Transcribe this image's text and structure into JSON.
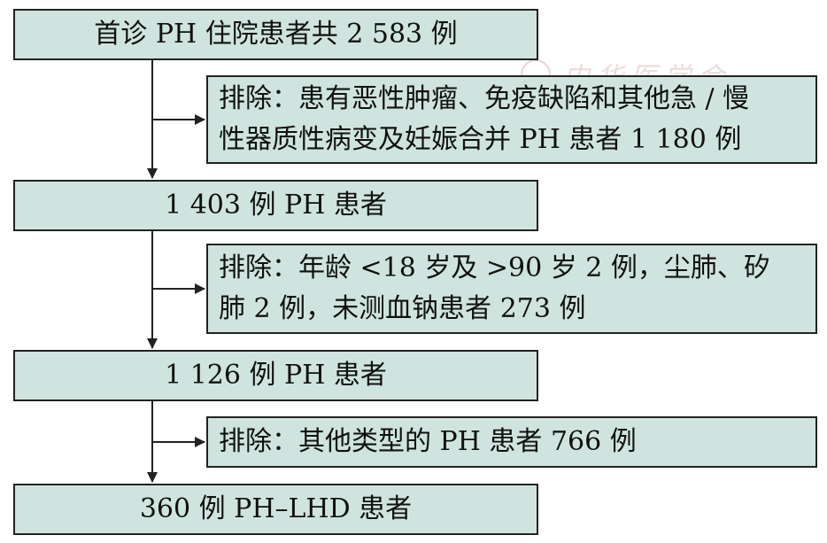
{
  "flow": {
    "step1": "首诊 PH 住院患者共 2 583 例",
    "exclusion1": {
      "line1": "排除：患有恶性肿瘤、免疫缺陷和其他急 / 慢",
      "line2": "性器质性病变及妊娠合并 PH 患者 1 180 例"
    },
    "step2": "1 403 例 PH 患者",
    "exclusion2": {
      "line1": "排除：年龄 <18 岁及 >90 岁 2 例，尘肺、矽",
      "line2": "肺 2 例，未测血钠患者 273 例"
    },
    "step3": "1 126 例 PH 患者",
    "exclusion3": {
      "line1": "排除：其他类型的 PH 患者 766 例"
    },
    "step4": "360 例 PH–LHD 患者"
  },
  "watermark": {
    "text": "中华医学会"
  },
  "colors": {
    "box_fill": "#cfe4de",
    "border": "#222222",
    "arrow": "#222222"
  }
}
